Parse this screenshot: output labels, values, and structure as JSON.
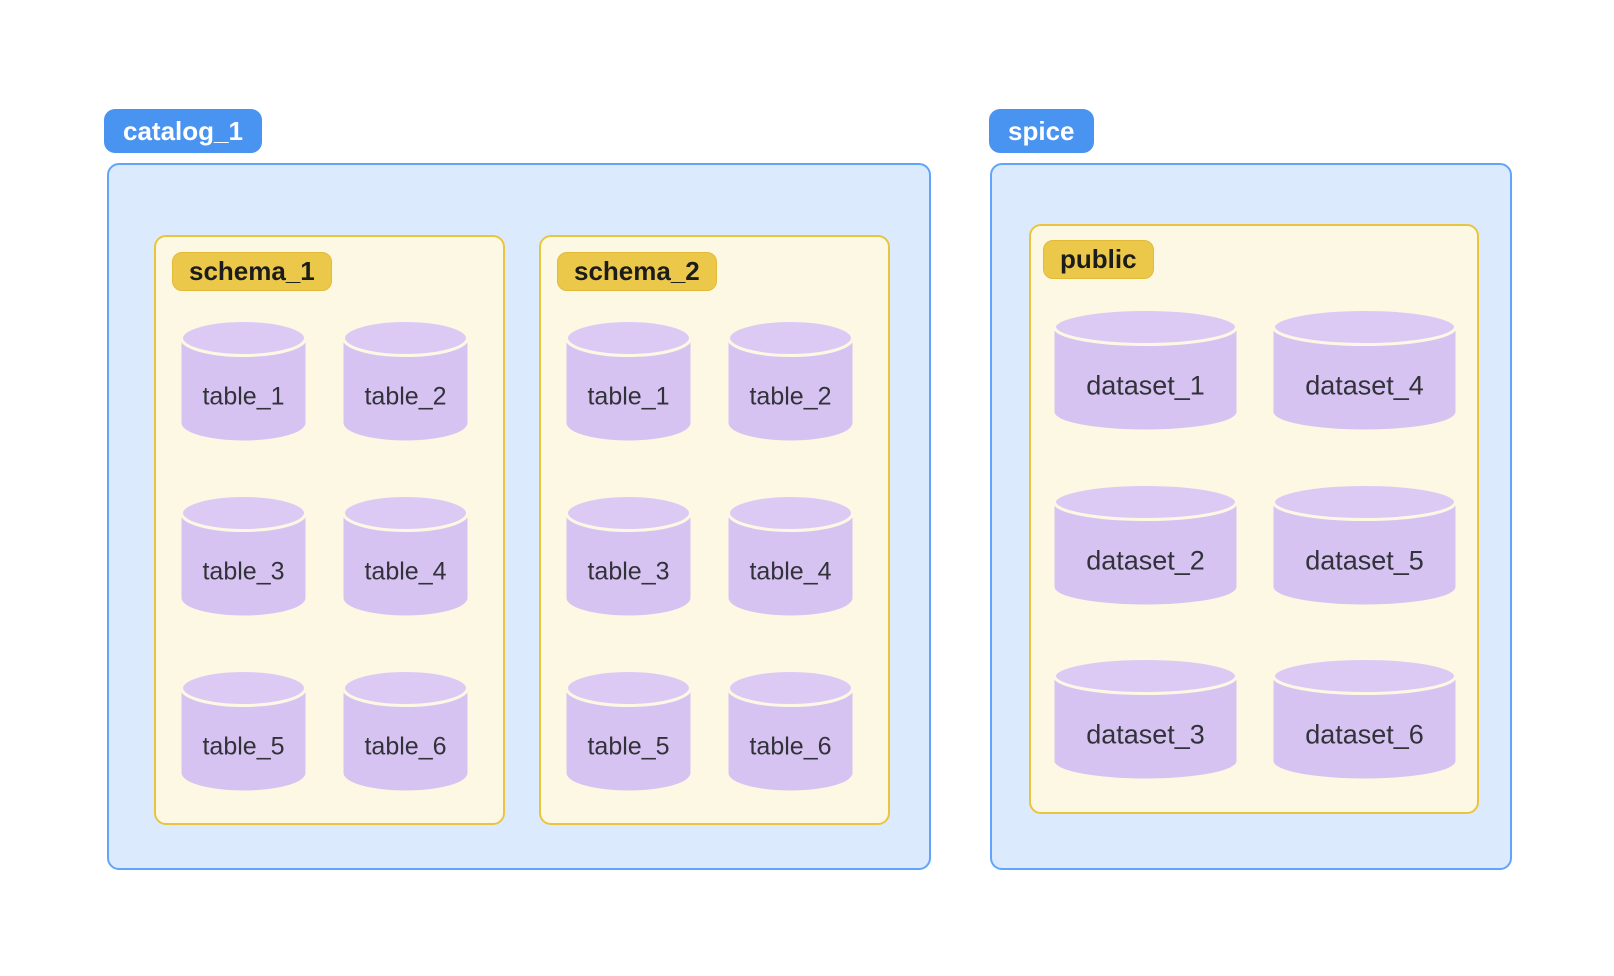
{
  "colors": {
    "blue_label_bg": "#4a94f1",
    "blue_label_text": "#ffffff",
    "blue_box_bg": "#dbeafc",
    "blue_box_border": "#60a5fa",
    "gold_label_bg": "#ecc84a",
    "gold_label_border": "#e2ba38",
    "gold_label_text": "#1c1c1c",
    "cream_box_bg": "#fdf8e4",
    "cream_box_border": "#e9c53f",
    "cylinder_body": "#d7c3f1",
    "cylinder_top": "#dccaf5",
    "cylinder_stroke": "#fdf8e4",
    "cylinder_text": "#32323a"
  },
  "groups": [
    {
      "label": "catalog_1",
      "schemas": [
        {
          "label": "schema_1",
          "items": [
            "table_1",
            "table_2",
            "table_3",
            "table_4",
            "table_5",
            "table_6"
          ]
        },
        {
          "label": "schema_2",
          "items": [
            "table_1",
            "table_2",
            "table_3",
            "table_4",
            "table_5",
            "table_6"
          ]
        }
      ]
    },
    {
      "label": "spice",
      "schemas": [
        {
          "label": "public",
          "items": [
            "dataset_1",
            "dataset_2",
            "dataset_3",
            "dataset_4",
            "dataset_5",
            "dataset_6"
          ]
        }
      ]
    }
  ]
}
